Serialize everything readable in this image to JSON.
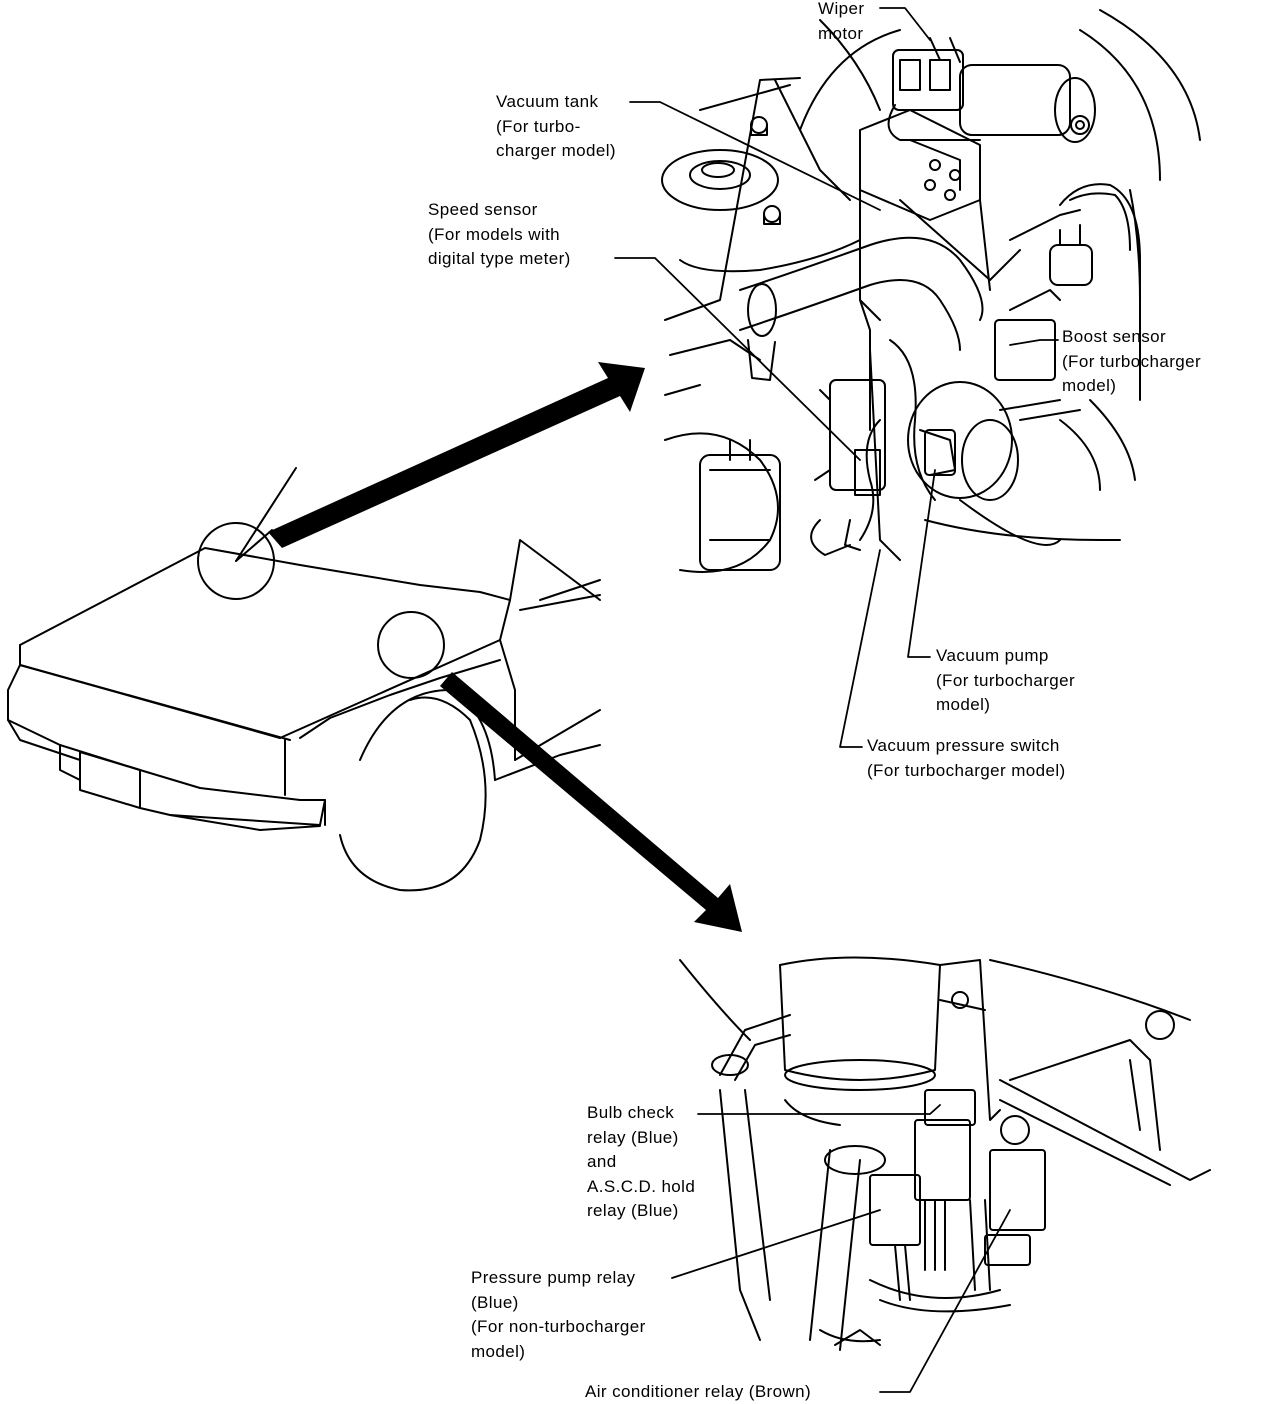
{
  "colors": {
    "ink": "#000000",
    "paper": "#ffffff"
  },
  "labels": {
    "wiper_motor": [
      "Wiper",
      "motor"
    ],
    "vacuum_tank": [
      "Vacuum tank",
      "(For turbo-",
      "charger model)"
    ],
    "speed_sensor": [
      "Speed sensor",
      "(For models with",
      "digital type meter)"
    ],
    "boost_sensor": [
      "Boost sensor",
      "(For turbocharger",
      "model)"
    ],
    "vacuum_pump": [
      "Vacuum pump",
      "(For turbocharger",
      "model)"
    ],
    "vacuum_pressure_switch": [
      "Vacuum pressure switch",
      "(For turbocharger model)"
    ],
    "bulb_check_relay": [
      "Bulb check",
      "relay (Blue)",
      "and",
      "A.S.C.D. hold",
      "relay (Blue)"
    ],
    "pressure_pump_relay": [
      "Pressure pump relay",
      "(Blue)",
      "(For non-turbocharger",
      "model)"
    ],
    "air_conditioner_relay": [
      "Air conditioner relay (Brown)"
    ]
  }
}
